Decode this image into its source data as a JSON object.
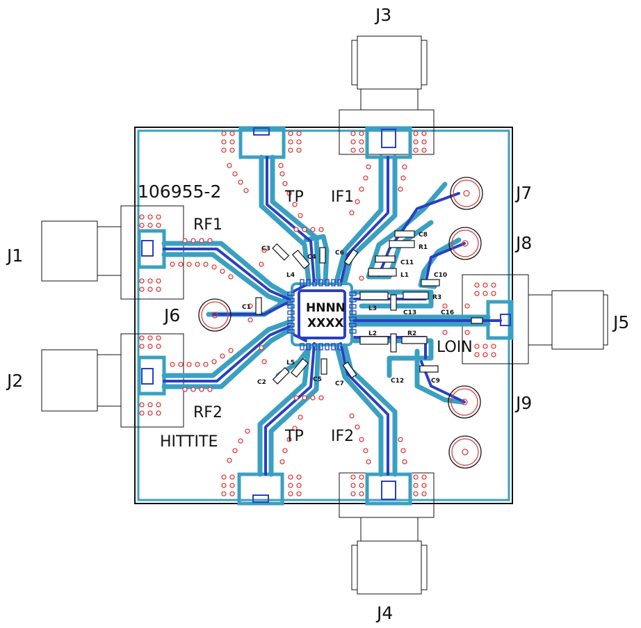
{
  "board_id": "106955-2",
  "manufacturer": "HITTITE",
  "chip": {
    "line1": "HNNN",
    "line2": "XXXX"
  },
  "connectors": {
    "j1": "J1",
    "j2": "J2",
    "j3": "J3",
    "j4": "J4",
    "j5": "J5",
    "j6": "J6",
    "j7": "J7",
    "j8": "J8",
    "j9": "J9"
  },
  "ports": {
    "rf1": "RF1",
    "rf2": "RF2",
    "if1": "IF1",
    "if2": "IF2",
    "tp_top": "TP",
    "tp_bottom": "TP",
    "loin": "LOIN"
  },
  "components": {
    "c1": "C1",
    "c2": "C2",
    "c3": "C3",
    "c4": "C4",
    "c5": "C5",
    "c6": "C6",
    "c7": "C7",
    "c8": "C8",
    "c9": "C9",
    "c10": "C10",
    "c11": "C11",
    "c12": "C12",
    "c13": "C13",
    "c16": "C16",
    "l1": "L1",
    "l2": "L2",
    "l3": "L3",
    "l4": "L4",
    "l5": "L5",
    "r1": "R1",
    "r2": "R2",
    "r3": "R3"
  },
  "colors": {
    "copper": "#3aa0c2",
    "trace": "#2a3fc0",
    "via": "#e23b3b",
    "outline": "#111111"
  }
}
